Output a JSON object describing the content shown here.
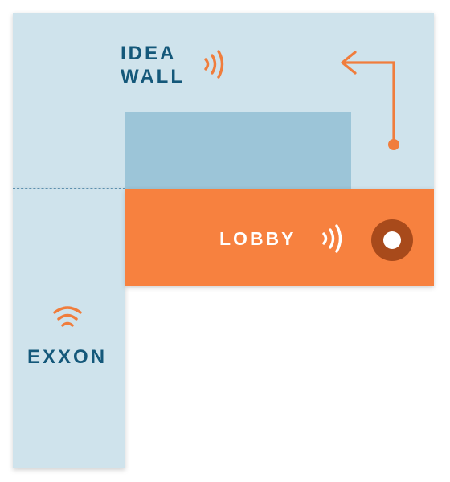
{
  "map": {
    "colors": {
      "zone_light": "#cfe3ec",
      "zone_mid": "#9cc5d8",
      "lobby_orange": "#f7813f",
      "accent_orange": "#f07d3c",
      "label_blue": "#14587a",
      "pin_ring": "#a84a1b"
    },
    "areas": {
      "idea_wall": {
        "line1": "IDEA",
        "line2": "WALL",
        "icon": "signal-waves-right-icon"
      },
      "lobby": {
        "label": "LOBBY",
        "icon": "signal-waves-right-icon",
        "marker": "current-location-pin-icon"
      },
      "exxon": {
        "label": "EXXON",
        "icon": "wifi-signal-icon"
      }
    },
    "route": {
      "icon": "turn-left-arrow-icon"
    }
  }
}
